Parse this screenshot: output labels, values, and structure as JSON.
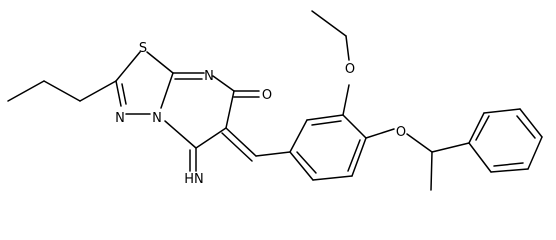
{
  "atoms": {
    "S": "S",
    "N_thiadiazole_left": "N",
    "N_bridge": "N",
    "N_pyrimidine": "N",
    "O_carbonyl": "O",
    "O_ethoxy": "O",
    "O_ether": "O",
    "imine": "HN"
  },
  "colors": {
    "bond": "#000000",
    "label": "#000000",
    "background": "#ffffff"
  }
}
